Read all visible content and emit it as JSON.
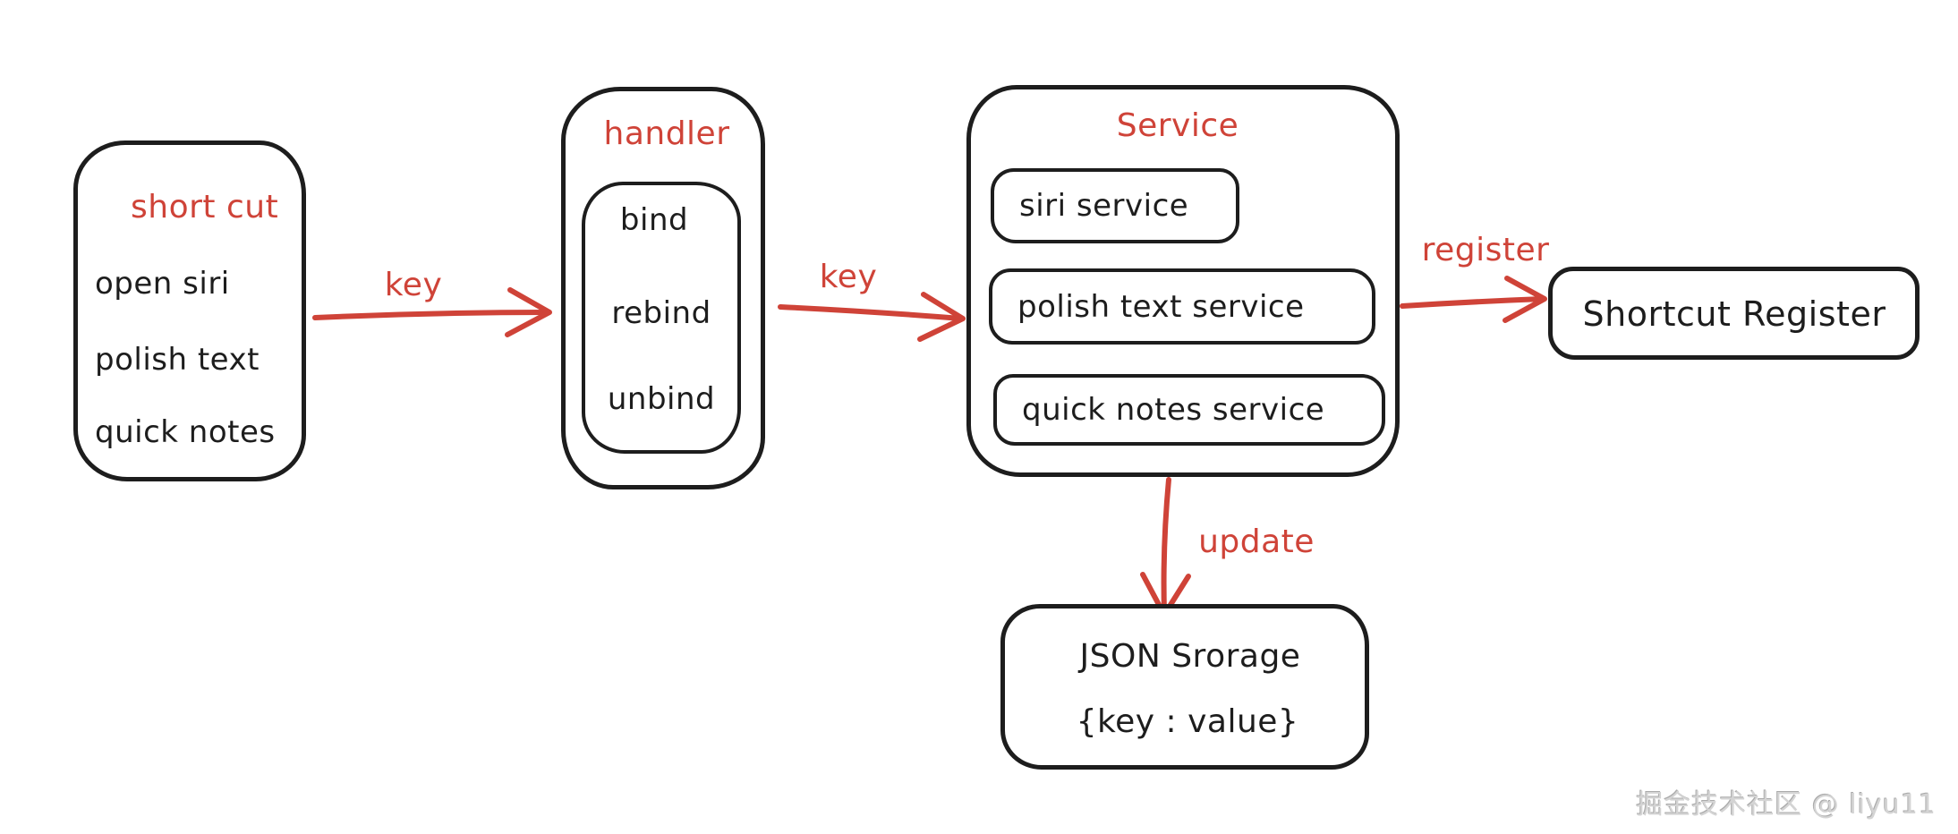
{
  "colors": {
    "ink": "#1d1d1d",
    "accent_red": "#cf4338",
    "background": "#ffffff",
    "watermark_gray": "#d4d4d4"
  },
  "shortcut_box": {
    "title": "short cut",
    "items": [
      "open siri",
      "polish text",
      "quick notes"
    ]
  },
  "handler_box": {
    "title": "handler",
    "items": [
      "bind",
      "rebind",
      "unbind"
    ]
  },
  "service_box": {
    "title": "Service",
    "services": [
      "siri service",
      "polish text service",
      "quick notes service"
    ]
  },
  "register_box": {
    "label": "Shortcut Register"
  },
  "storage_box": {
    "title": "JSON Srorage",
    "pair": "{key : value}"
  },
  "arrows": {
    "shortcut_to_handler": "key",
    "handler_to_service": "key",
    "service_to_register": "register",
    "service_to_storage": "update"
  },
  "watermark": "掘金技术社区 @ liyu11"
}
